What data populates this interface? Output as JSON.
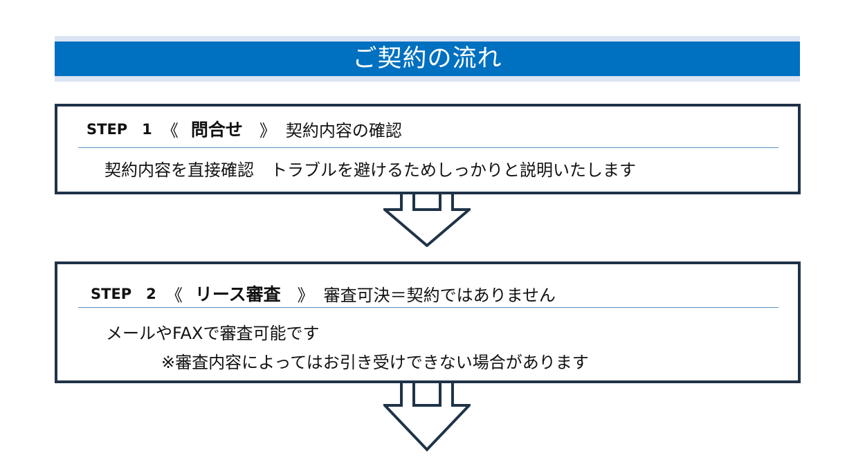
{
  "banner": {
    "title": "ご契約の流れ"
  },
  "steps": [
    {
      "label": "STEP　1",
      "open_bracket": "《",
      "name": "問合せ",
      "close_bracket": "》",
      "description": "契約内容の確認",
      "body": [
        "契約内容を直接確認　トラブルを避けるためしっかりと説明いたします"
      ]
    },
    {
      "label": "STEP　2",
      "open_bracket": "《",
      "name": "リース審査",
      "close_bracket": "》",
      "description": "審査可決＝契約ではありません",
      "body": [
        "メールやFAXで審査可能です",
        "※審査内容によってはお引き受けできない場合があります"
      ]
    }
  ],
  "colors": {
    "banner": "#0070c0",
    "banner_shadow": "#dbe4f2",
    "box_border": "#1f3348",
    "divider": "#5a8fbf",
    "arrow_stroke": "#1f3348"
  },
  "icons": {
    "arrow": "down-arrow-icon"
  }
}
